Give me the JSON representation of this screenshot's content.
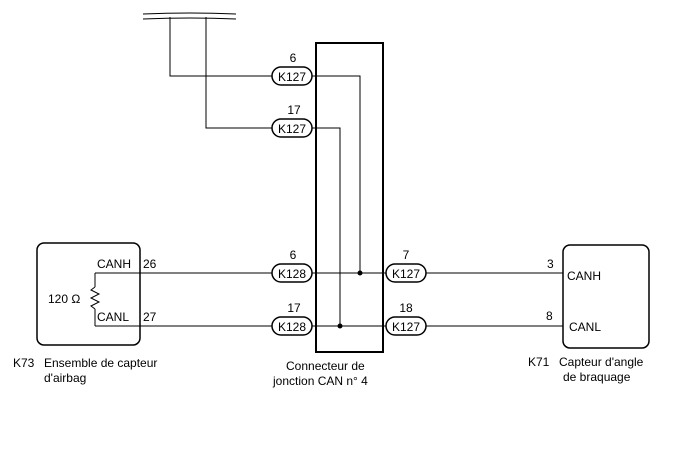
{
  "colors": {
    "line": "#000000",
    "background": "#ffffff"
  },
  "top_bus": {
    "pins": [
      "6",
      "17"
    ],
    "connector": "K127"
  },
  "junction": {
    "label_line1": "Connecteur de",
    "label_line2": "jonction CAN n° 4",
    "left_connector": "K128",
    "left_pins": [
      "6",
      "17"
    ],
    "right_connector": "K127",
    "right_pins": [
      "7",
      "18"
    ]
  },
  "left_ecu": {
    "code": "K73",
    "name_line1": "Ensemble de capteur",
    "name_line2": "d'airbag",
    "resistor": "120 Ω",
    "signals": [
      "CANH",
      "CANL"
    ],
    "pins": [
      "26",
      "27"
    ]
  },
  "right_ecu": {
    "code": "K71",
    "name_line1": "Capteur d'angle",
    "name_line2": "de braquage",
    "signals": [
      "CANH",
      "CANL"
    ],
    "pins": [
      "3",
      "8"
    ]
  }
}
